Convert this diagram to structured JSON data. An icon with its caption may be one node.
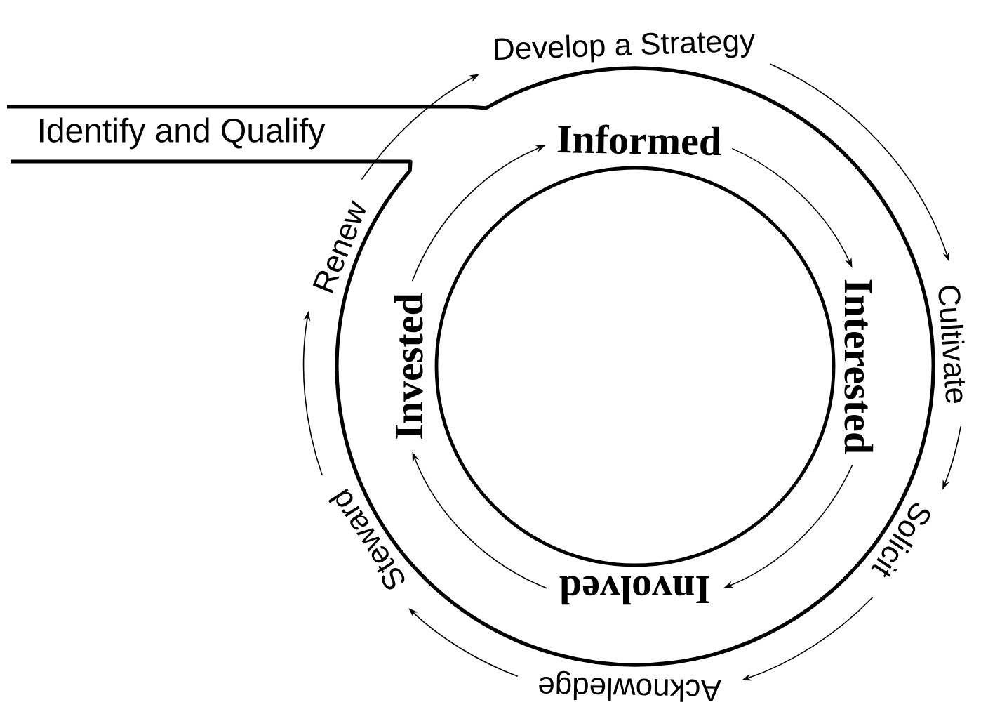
{
  "diagram": {
    "nodes": [
      {
        "text": [
          "Identify and Qualify"
        ]
      },
      {
        "text": [
          "Develop a Strategy"
        ]
      },
      {
        "text": [
          "Cultivate"
        ]
      },
      {
        "text": [
          "Solicit"
        ]
      },
      {
        "text": [
          "Acknowledge"
        ]
      },
      {
        "text": [
          "Steward"
        ]
      },
      {
        "text": [
          "Renew"
        ]
      },
      {
        "text": [
          "Informed"
        ]
      },
      {
        "text": [
          "Interested"
        ]
      },
      {
        "text": [
          "Involved"
        ]
      },
      {
        "text": [
          "Invested"
        ]
      }
    ],
    "edges": [
      {
        "from": 6,
        "to": 1,
        "arrow": "to"
      },
      {
        "from": 1,
        "to": 2,
        "arrow": "to"
      },
      {
        "from": 2,
        "to": 3,
        "arrow": "to"
      },
      {
        "from": 3,
        "to": 4,
        "arrow": "to"
      },
      {
        "from": 4,
        "to": 5,
        "arrow": "to"
      },
      {
        "from": 5,
        "to": 6,
        "arrow": "to"
      },
      {
        "from": 10,
        "to": 7,
        "arrow": "to"
      },
      {
        "from": 7,
        "to": 8,
        "arrow": "to"
      },
      {
        "from": 8,
        "to": 9,
        "arrow": "to"
      },
      {
        "from": 9,
        "to": 10,
        "arrow": "to"
      }
    ]
  }
}
